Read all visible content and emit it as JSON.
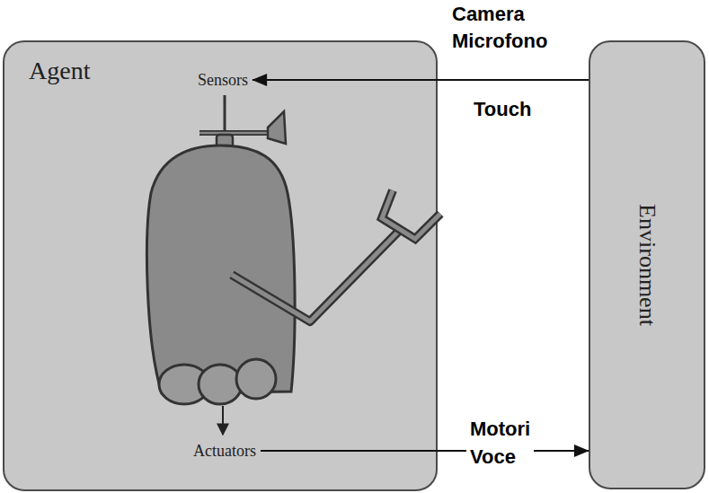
{
  "diagram": {
    "nodes": [
      {
        "text": [
          "Agent"
        ]
      },
      {
        "text": [
          "Sensors"
        ],
        "in": 0
      },
      {
        "text": [
          "Actuators"
        ],
        "in": 0
      },
      {
        "text": [
          "Environment"
        ]
      }
    ],
    "edges": [
      {
        "from": 3,
        "to": 1,
        "arrow": "to"
      },
      {
        "from": 2,
        "to": 3,
        "arrow": "to",
        "label": "Motori Voce"
      }
    ],
    "labels": [
      "Camera Microfono",
      "Touch"
    ]
  }
}
